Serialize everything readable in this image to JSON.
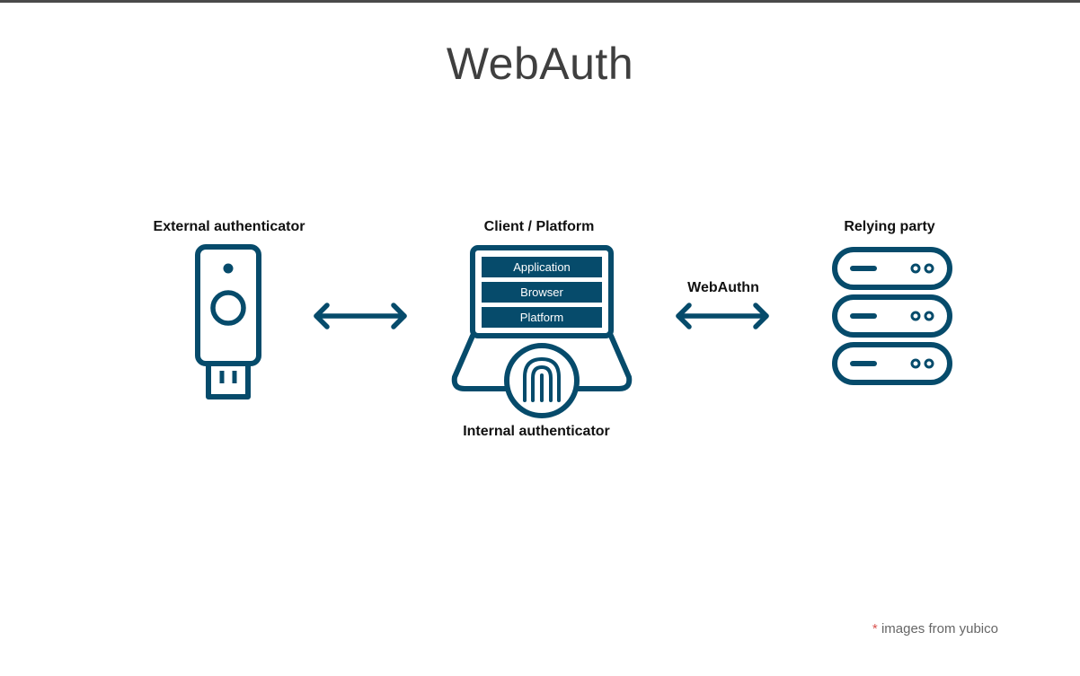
{
  "slide": {
    "title": "WebAuth"
  },
  "diagram": {
    "external_authenticator": {
      "label": "External authenticator",
      "icon": "usb-security-key-icon"
    },
    "client_platform": {
      "label": "Client / Platform",
      "icon": "laptop-icon",
      "stack": [
        "Application",
        "Browser",
        "Platform"
      ],
      "internal_authenticator_label": "Internal authenticator",
      "internal_authenticator_icon": "fingerprint-icon"
    },
    "relying_party": {
      "label": "Relying party",
      "icon": "server-stack-icon"
    },
    "protocol_label": "WebAuthn",
    "arrows": [
      "double-arrow-icon",
      "double-arrow-icon"
    ],
    "icon_color": "#064b6b"
  },
  "footnote": {
    "star": "*",
    "text": "images from yubico"
  }
}
